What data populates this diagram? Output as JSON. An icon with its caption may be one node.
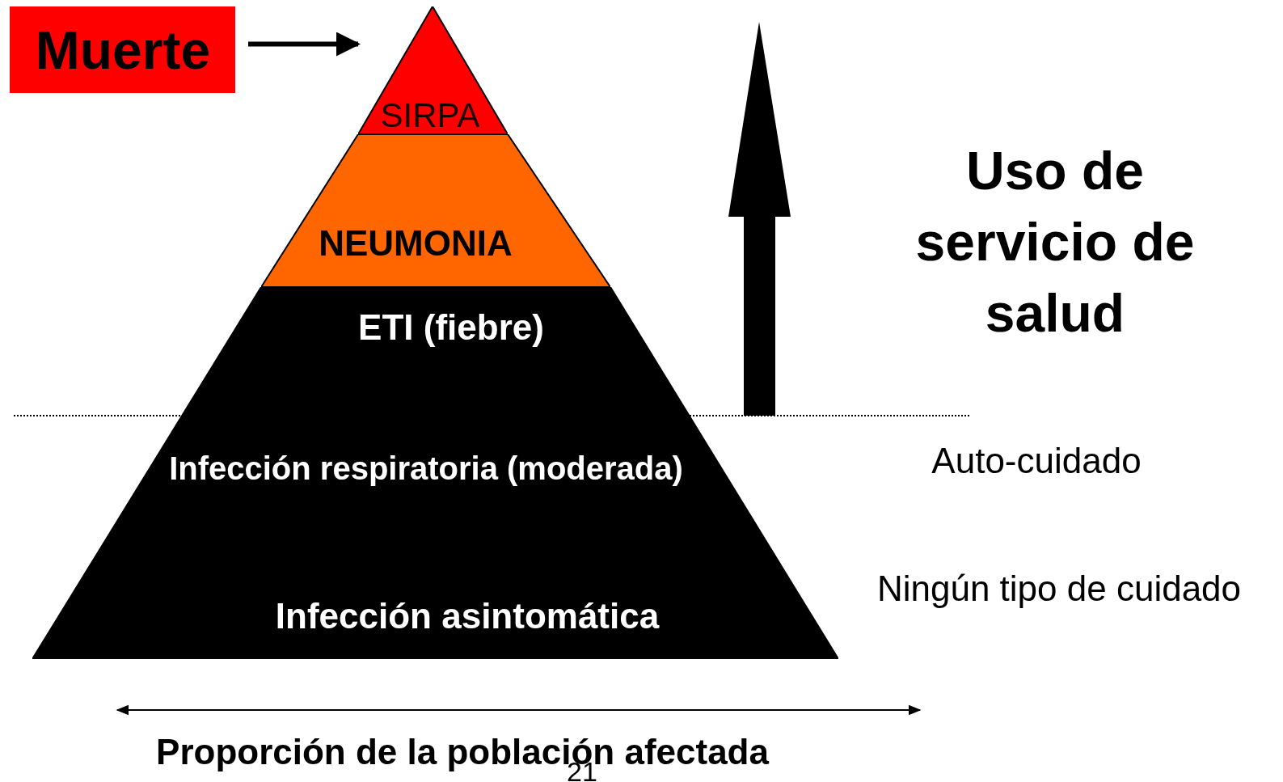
{
  "diagram": {
    "nodes": [
      {
        "text": [
          "Muerte"
        ]
      },
      {
        "text": [
          "SIRPA"
        ]
      },
      {
        "text": [
          "NEUMONIA"
        ]
      },
      {
        "text": [
          "ETI (fiebre)",
          "Infección respiratoria (moderada)",
          "Infección asintomática"
        ]
      }
    ],
    "edges": [
      {
        "from": 0,
        "to": 1,
        "arrow": "to"
      }
    ],
    "labels": [
      "Uso de servicio de salud",
      "Auto-cuidado",
      "Ningún tipo de cuidado",
      "Proporción de la población afectada",
      "21"
    ]
  }
}
